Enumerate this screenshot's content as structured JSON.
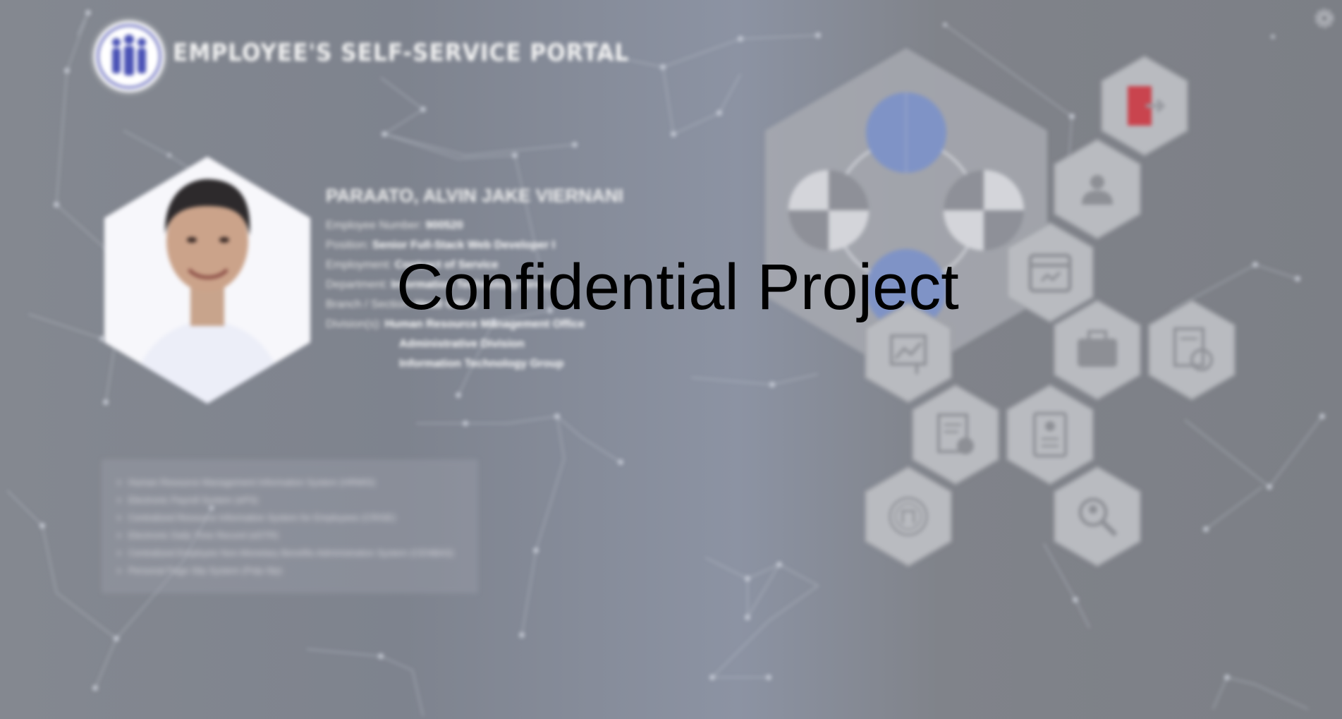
{
  "header": {
    "portal_title": "EMPLOYEE'S SELF-SERVICE PORTAL",
    "logo_icon": "employees-group-icon"
  },
  "profile": {
    "name": "PARAATO, ALVIN JAKE VIERNANI",
    "employee_number_label": "Employee Number:",
    "employee_number": "900520",
    "position_label": "Position:",
    "position": "Senior Full-Stack Web Developer I",
    "employment_label": "Employment:",
    "employment": "Contract of Service",
    "department_label": "Department:",
    "department": "Information Technology Group",
    "branch_label": "Branch / Section:",
    "branch": "Head Office",
    "division_label": "Division(s):",
    "divisions": [
      "Human Resource Management Office",
      "Administrative Division",
      "Information Technology Group"
    ]
  },
  "systems": [
    "Human Resource Management Information System (HRMIS)",
    "Electronic Payroll System (ePS)",
    "Centralized Resource Information System for Employees (CRISE)",
    "Electronic Daily Time Record (eDTR)",
    "Centralized Employee Non-Monetary Benefits Administration System (CENBAS)",
    "Personal Page Slip System (Pslp-Slp)"
  ],
  "overlay": {
    "text": "Confidential Project"
  },
  "tiles": [
    {
      "id": "logout",
      "icon": "logout-icon"
    },
    {
      "id": "profile",
      "icon": "user-profile-icon"
    },
    {
      "id": "calendar",
      "icon": "calendar-icon"
    },
    {
      "id": "analytics",
      "icon": "chart-analytics-icon"
    },
    {
      "id": "briefcase",
      "icon": "briefcase-icon"
    },
    {
      "id": "reports-clock",
      "icon": "report-clock-icon"
    },
    {
      "id": "documents",
      "icon": "document-settings-icon"
    },
    {
      "id": "id-card",
      "icon": "id-document-icon"
    },
    {
      "id": "seal",
      "icon": "official-seal-icon"
    },
    {
      "id": "search",
      "icon": "search-person-icon"
    }
  ],
  "colors": {
    "hex_tile": "#b9bbc0",
    "hex_big": "#a7a9b0",
    "accent_blue": "#7f93c6",
    "logout_red": "#c9444e"
  },
  "settings_icon": "gear-icon"
}
